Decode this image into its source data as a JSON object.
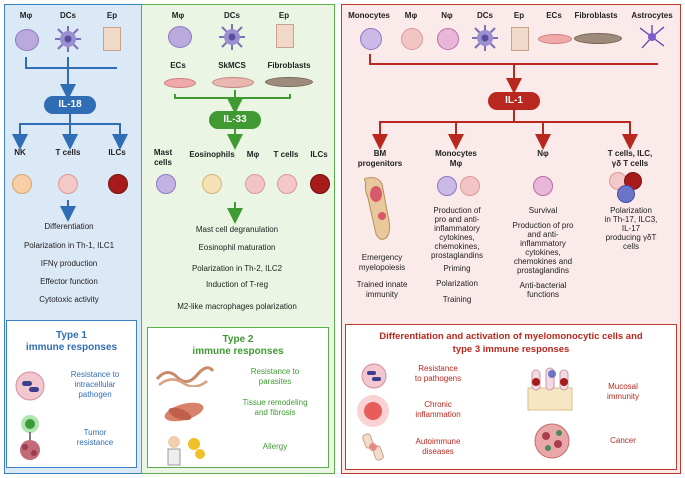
{
  "colors": {
    "blue": "#2f6db5",
    "green": "#3f9a32",
    "red": "#b8281f"
  },
  "panel1": {
    "cells": [
      "Mφ",
      "DCs",
      "Ep"
    ],
    "hub": "IL-18",
    "targets": [
      "NK",
      "T cells",
      "ILCs"
    ],
    "effects": [
      "Differentiation",
      "Polarization in Th-1, ILC1",
      "IFNγ production",
      "Effector function",
      "Cytotoxic activity"
    ],
    "box_title": [
      "Type 1",
      "immune responses"
    ],
    "box_items": [
      {
        "icon": "bacteria-cell-icon",
        "text": [
          "Resistance to",
          "intracellular",
          "pathogen"
        ]
      },
      {
        "icon": "tumor-icon",
        "text": [
          "Tumor",
          "resistance"
        ]
      }
    ]
  },
  "panel2": {
    "cells_top": [
      "Mφ",
      "DCs",
      "Ep"
    ],
    "cells_mid": [
      "ECs",
      "SkMCS",
      "Fibroblasts"
    ],
    "hub": "IL-33",
    "targets": [
      "Mast cells",
      "Eosinophils",
      "Mφ",
      "T cells",
      "ILCs"
    ],
    "target_mast": [
      "Mast",
      "cells"
    ],
    "effects": [
      "Mast cell degranulation",
      "Eosinophil maturation",
      "Polarization in Th-2, ILC2",
      "Induction of T-reg",
      "M2-like macrophages polarization"
    ],
    "box_title": [
      "Type 2",
      "immune responses"
    ],
    "box_items": [
      {
        "icon": "parasite-icon",
        "text": [
          "Resistance to",
          "parasites"
        ]
      },
      {
        "icon": "tissue-fibrosis-icon",
        "text": [
          "Tissue remodeling",
          "and fibrosis"
        ]
      },
      {
        "icon": "allergy-icon",
        "text": [
          "Allergy"
        ]
      }
    ]
  },
  "panel3": {
    "cells": [
      "Monocytes",
      "Mφ",
      "Nφ",
      "DCs",
      "Ep",
      "ECs",
      "Fibroblasts",
      "Astrocytes"
    ],
    "hub": "IL-1",
    "targets": [
      {
        "title": [
          "BM",
          "progenitors"
        ],
        "effects": [
          "Emergency",
          "myelopoiesis",
          "",
          "Trained innate",
          "immunity"
        ]
      },
      {
        "title": [
          "Monocytes",
          "Mφ"
        ],
        "effects": [
          "Production of",
          "pro and anti-",
          "inflammatory",
          "cytokines,",
          "chemokines,",
          "prostaglandins",
          "",
          "Priming",
          "",
          "Polarization",
          "",
          "Training"
        ]
      },
      {
        "title": [
          "Nφ"
        ],
        "effects": [
          "Survival",
          "",
          "Production of pro",
          "and anti-",
          "inflammatory",
          "cytokines,",
          "chemokines and",
          "prostaglandins",
          "",
          "Anti-bacterial",
          "functions"
        ]
      },
      {
        "title": [
          "T cells, ILC,",
          "γδ T cells"
        ],
        "effects": [
          "Polarization",
          "in Th-17, ILC3,",
          "IL-17",
          "producing γδT",
          "cells"
        ]
      }
    ],
    "box_title": [
      "Differentiation and activation of myelomonocytic cells and",
      "type 3 immune responses"
    ],
    "box_items": [
      {
        "icon": "pathogen-cell-icon",
        "text": [
          "Resistance",
          "to pathogens"
        ]
      },
      {
        "icon": "inflammation-icon",
        "text": [
          "Chronic",
          "inflammation"
        ]
      },
      {
        "icon": "joint-icon",
        "text": [
          "Autoimmune",
          "diseases"
        ]
      },
      {
        "icon": "mucosa-icon",
        "text": [
          "Mucosal",
          "immunity"
        ]
      },
      {
        "icon": "cancer-icon",
        "text": [
          "Cancer"
        ]
      }
    ]
  }
}
